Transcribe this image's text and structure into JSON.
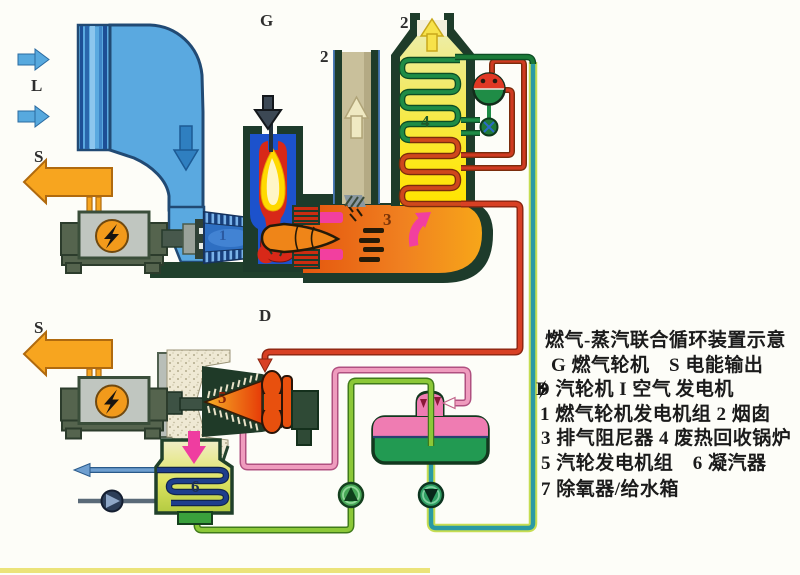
{
  "diagram_title": "燃气-蒸汽联合循环装置示意",
  "labels": {
    "air": "L",
    "gas_turbine_G": "G",
    "steam_turbine_D": "D",
    "power_output_top": "S",
    "power_output_bottom": "S",
    "unit_gas_generator": "1",
    "chimney_left": "2",
    "chimney_boiler": "2",
    "damper": "3",
    "boiler": "4",
    "steam_turbine_set": "5",
    "condenser": "6"
  },
  "legend": {
    "title": "燃气-蒸汽联合循环装置示意",
    "line2": "G 燃气轮机　S 电能输出",
    "line3a": "D 汽轮机 I 空气",
    "line3b": "发电机",
    "line4": "1 燃气轮机发电机组 2 烟囱",
    "line5": "3 排气阻尼器 4 废热回收锅炉",
    "line6": "5 汽轮发电机组　6 凝汽器",
    "line7": "7 除氧器/给水箱"
  },
  "palette": {
    "air_blue": "#5aa9e0",
    "power_arrow_orange": "#f7a51f",
    "flame_yellow": "#ffd900",
    "exhaust_orange": "#f08020",
    "steam_pipe_red": "#d84024",
    "extraction_pipe_pink": "#ef9cbe",
    "condensate_pipe_green": "#8cc838",
    "feedwater_pipe_teal": "#2a9aa4",
    "boiler_yellow": "#fde81c",
    "tank_pink": "#ef7cb2",
    "tank_green": "#229a52"
  }
}
